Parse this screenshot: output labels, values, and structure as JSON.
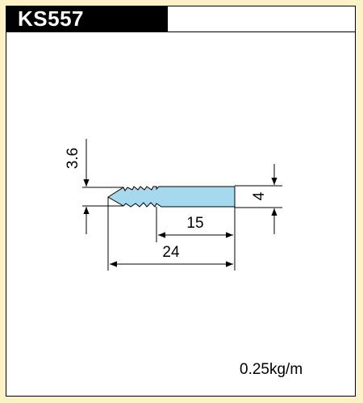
{
  "title": {
    "code": "KS557"
  },
  "dimensions": {
    "width_total": "24",
    "width_flat": "15",
    "height_left": "3.6",
    "height_right": "4"
  },
  "weight": "0.25kg/m",
  "colors": {
    "background": "#fdf1c6",
    "profile_fill": "#a6d8ee",
    "header_fill": "#000000"
  }
}
